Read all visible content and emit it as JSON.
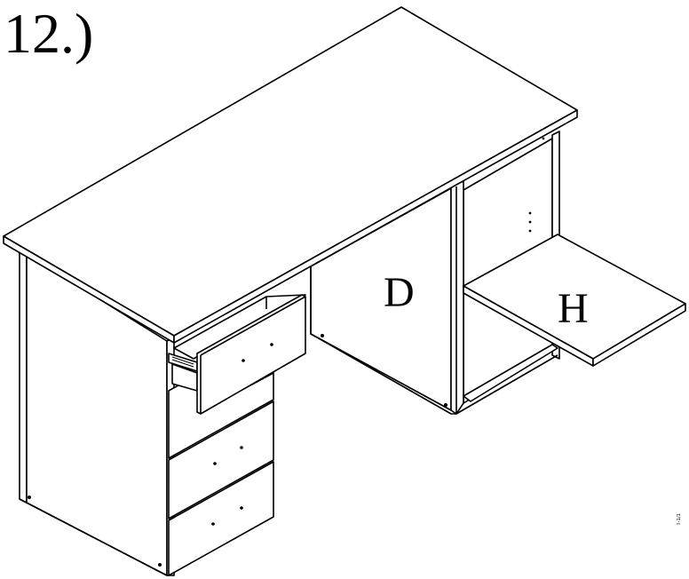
{
  "step": {
    "label": "12.)"
  },
  "parts": {
    "d": "D",
    "h": "H"
  },
  "footer": {
    "code": "T-1/1"
  },
  "colors": {
    "line": "#000000",
    "background": "#ffffff"
  }
}
